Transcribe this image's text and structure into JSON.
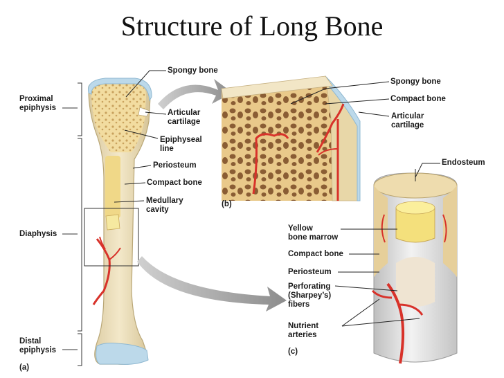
{
  "title": "Structure of Long Bone",
  "panel_a": {
    "panel_label": "(a)",
    "regions": {
      "proximal_epiphysis": [
        "Proximal",
        "epiphysis"
      ],
      "diaphysis": "Diaphysis",
      "distal_epiphysis": [
        "Distal",
        "epiphysis"
      ]
    },
    "labels": {
      "spongy_bone": "Spongy bone",
      "articular_cartilage": [
        "Articular",
        "cartilage"
      ],
      "epiphyseal_line": [
        "Epiphyseal",
        "line"
      ],
      "periosteum": "Periosteum",
      "compact_bone": "Compact bone",
      "medullary_cavity": [
        "Medullary",
        "cavity"
      ]
    }
  },
  "panel_b": {
    "panel_label": "(b)",
    "labels": {
      "spongy_bone": "Spongy bone",
      "compact_bone": "Compact bone",
      "articular_cartilage": [
        "Articular",
        "cartilage"
      ]
    }
  },
  "panel_c": {
    "panel_label": "(c)",
    "labels": {
      "endosteum": "Endosteum",
      "yellow_bone_marrow": [
        "Yellow",
        "bone marrow"
      ],
      "compact_bone": "Compact bone",
      "periosteum": "Periosteum",
      "perforating_fibers": [
        "Perforating",
        "(Sharpey’s)",
        "fibers"
      ],
      "nutrient_arteries": [
        "Nutrient",
        "arteries"
      ]
    }
  },
  "colors": {
    "bone": "#eadcb4",
    "spongy": "#f2dca0",
    "cartilage": "#bcd9ea",
    "artery": "#d8322a",
    "marrow": "#f2e07a",
    "leader": "#222222"
  }
}
